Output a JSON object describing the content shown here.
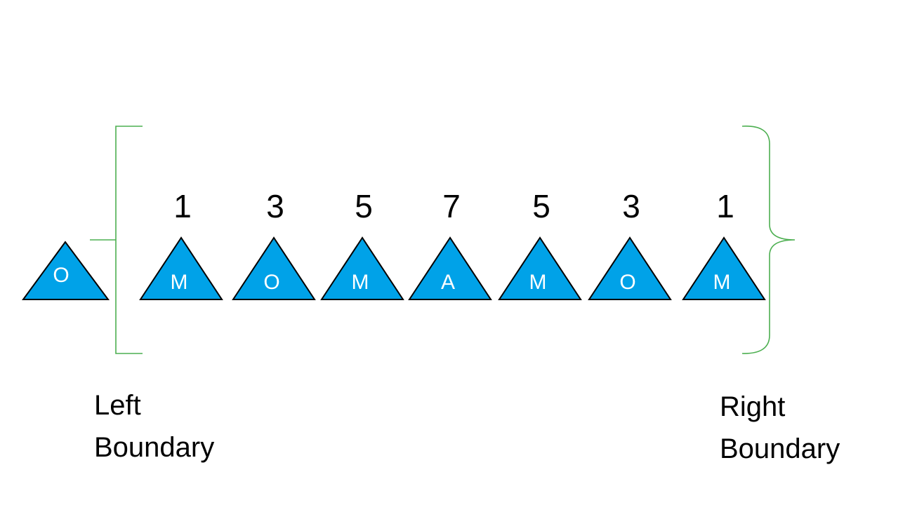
{
  "colors": {
    "triangle_fill": "#00a2e8",
    "triangle_stroke": "#000000",
    "bracket_stroke": "#4caf50",
    "triangle_text": "#ffffff"
  },
  "outside_triangle": {
    "letter": "O"
  },
  "window_triangles": [
    {
      "letter": "M",
      "value": "1"
    },
    {
      "letter": "O",
      "value": "3"
    },
    {
      "letter": "M",
      "value": "5"
    },
    {
      "letter": "A",
      "value": "7"
    },
    {
      "letter": "M",
      "value": "5"
    },
    {
      "letter": "O",
      "value": "3"
    },
    {
      "letter": "M",
      "value": "1"
    }
  ],
  "labels": {
    "left_boundary_line1": "Left",
    "left_boundary_line2": "Boundary",
    "right_boundary_line1": "Right",
    "right_boundary_line2": "Boundary"
  }
}
